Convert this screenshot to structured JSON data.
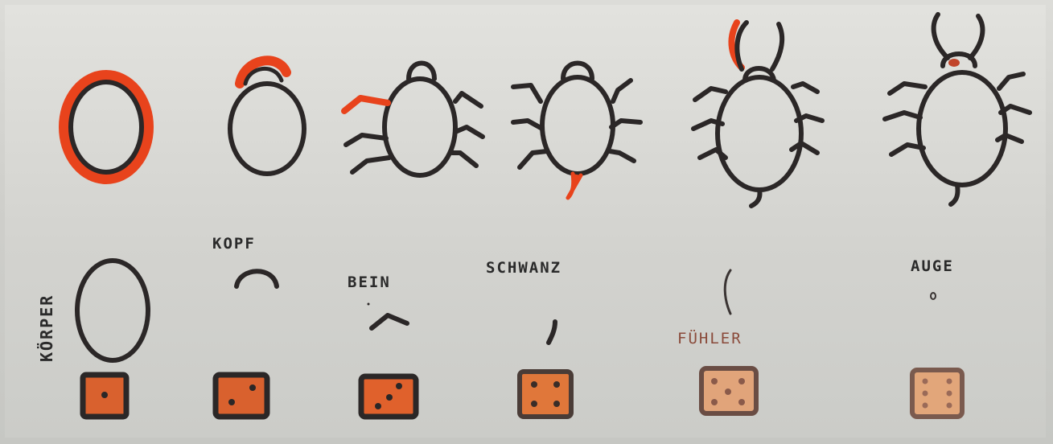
{
  "labels": {
    "koerper": "KÖRPER",
    "kopf": "KOPF",
    "bein": "BEIN",
    "schwanz": "SCHWANZ",
    "fuehler": "FÜHLER",
    "auge": "AUGE"
  },
  "dice_values": [
    1,
    2,
    3,
    4,
    5,
    6
  ],
  "colors": {
    "ink": "#2b2727",
    "highlight": "#e8431c",
    "die_fill": "#d9612e",
    "paper": "#d6d6d2"
  }
}
